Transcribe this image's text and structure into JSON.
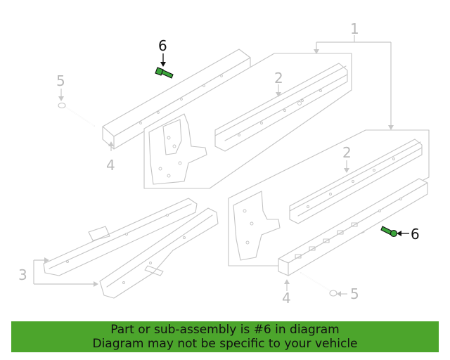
{
  "diagram": {
    "callouts": {
      "c1": "1",
      "c2_upper": "2",
      "c2_lower": "2",
      "c3": "3",
      "c4_left": "4",
      "c4_right": "4",
      "c5_left": "5",
      "c5_right": "5",
      "c6_upper": "6",
      "c6_lower": "6"
    },
    "highlight_color": "#3aa43a",
    "line_color": "#c4c4c4"
  },
  "banner": {
    "line1": "Part or sub-assembly is #6 in diagram",
    "line2": "Diagram may not be specific to your vehicle",
    "background": "#4ca52c"
  }
}
